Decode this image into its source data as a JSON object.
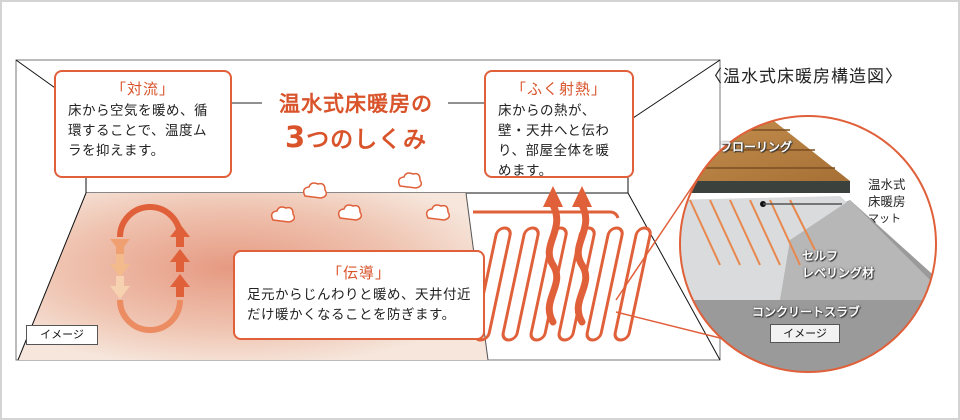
{
  "title": {
    "line1": "温水式床暖房の",
    "line2_num": "3",
    "line2_rest": "つのしくみ"
  },
  "callouts": {
    "convection": {
      "title": "「対流」",
      "text": "床から空気を暖め、循環することで、温度ムラを抑えます。"
    },
    "radiation": {
      "title": "「ふく射熱」",
      "text": "床からの熱が、壁・天井へと伝わり、部屋全体を暖めます。"
    },
    "conduction": {
      "title": "「伝導」",
      "text": "足元からじんわりと暖め、天井付近だけ暖かくなることを防ぎます。"
    }
  },
  "image_tag_left": "イメージ",
  "structure": {
    "title": "〈温水式床暖房構造図〉",
    "layers": {
      "flooring": "フローリング",
      "mat": "温水式床暖房マット",
      "mat_l1": "温水式",
      "mat_l2": "床暖房",
      "mat_l3": "マット",
      "leveling_l1": "セルフ",
      "leveling_l2": "レベリング材",
      "slab": "コンクリートスラブ"
    },
    "image_tag": "イメージ"
  },
  "colors": {
    "accent": "#e0603a",
    "accent_text": "#d9532b",
    "floor_warm": "#e8a08a",
    "wood": "#c08a4a",
    "slab": "#8a8a8a"
  }
}
